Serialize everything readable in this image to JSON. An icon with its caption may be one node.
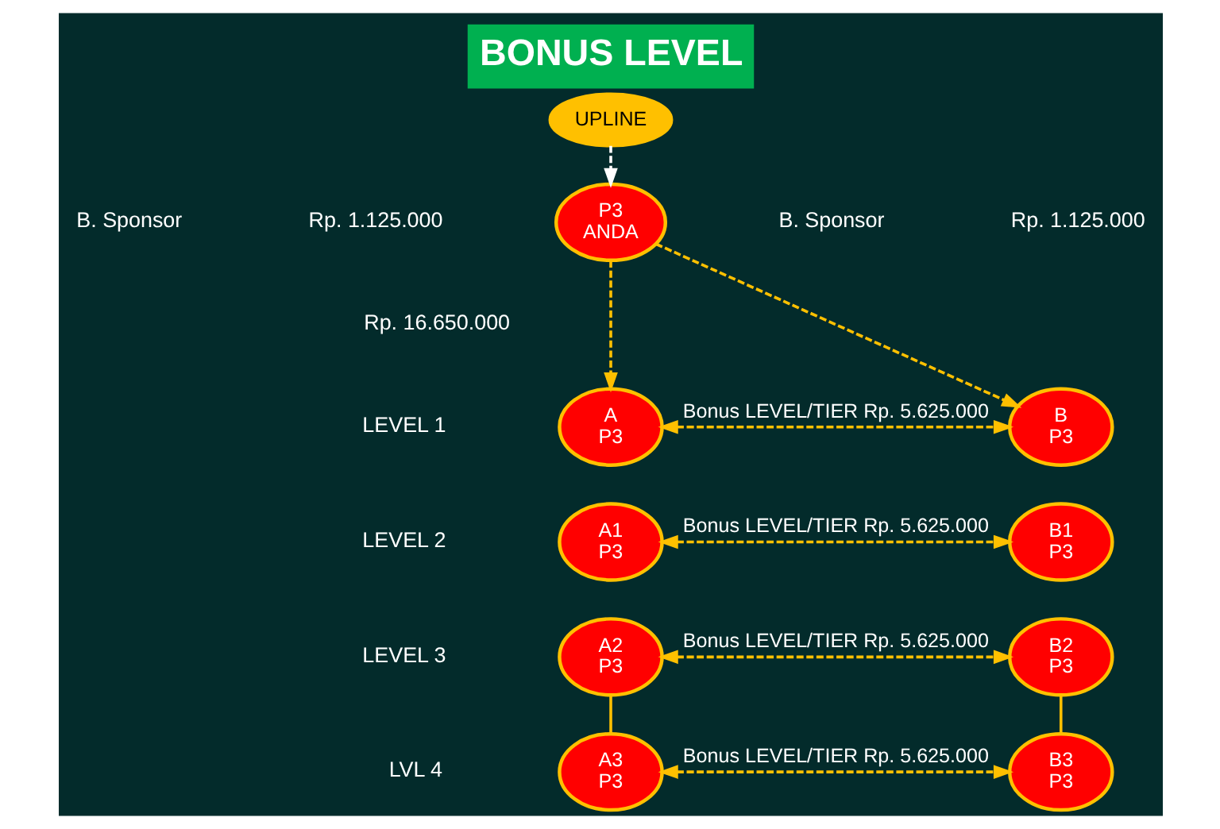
{
  "diagram": {
    "title": "BONUS LEVEL",
    "nodes": [
      {
        "text": [
          "UPLINE"
        ]
      },
      {
        "text": [
          "P3",
          "ANDA"
        ]
      },
      {
        "text": [
          "A",
          "P3"
        ]
      },
      {
        "text": [
          "B",
          "P3"
        ]
      },
      {
        "text": [
          "A1",
          "P3"
        ]
      },
      {
        "text": [
          "B1",
          "P3"
        ]
      },
      {
        "text": [
          "A2",
          "P3"
        ]
      },
      {
        "text": [
          "B2",
          "P3"
        ]
      },
      {
        "text": [
          "A3",
          "P3"
        ]
      },
      {
        "text": [
          "B3",
          "P3"
        ]
      }
    ],
    "edges": [
      {
        "from": 0,
        "to": 1,
        "arrow": "to",
        "style": "dashed",
        "color": "#ffffff"
      },
      {
        "from": 1,
        "to": 2,
        "arrow": "to",
        "style": "dashed"
      },
      {
        "from": 1,
        "to": 3,
        "arrow": "to",
        "style": "dashed"
      },
      {
        "from": 2,
        "to": 3,
        "arrow": "both",
        "style": "dashed",
        "label": "Bonus LEVEL/TIER Rp. 5.625.000"
      },
      {
        "from": 4,
        "to": 5,
        "arrow": "both",
        "style": "dashed",
        "label": "Bonus LEVEL/TIER Rp. 5.625.000"
      },
      {
        "from": 6,
        "to": 7,
        "arrow": "both",
        "style": "dashed",
        "label": "Bonus LEVEL/TIER Rp. 5.625.000"
      },
      {
        "from": 6,
        "to": 8,
        "arrow": "none"
      },
      {
        "from": 7,
        "to": 9,
        "arrow": "none"
      },
      {
        "from": 8,
        "to": 9,
        "arrow": "both",
        "style": "dashed",
        "label": "Bonus LEVEL/TIER Rp. 5.625.000"
      }
    ],
    "labels": [
      "B. Sponsor",
      "Rp. 1.125.000",
      "B. Sponsor",
      "Rp. 1.125.000",
      "Rp. 16.650.000",
      "LEVEL 1",
      "LEVEL 2",
      "LEVEL 3",
      "LVL 4"
    ]
  }
}
